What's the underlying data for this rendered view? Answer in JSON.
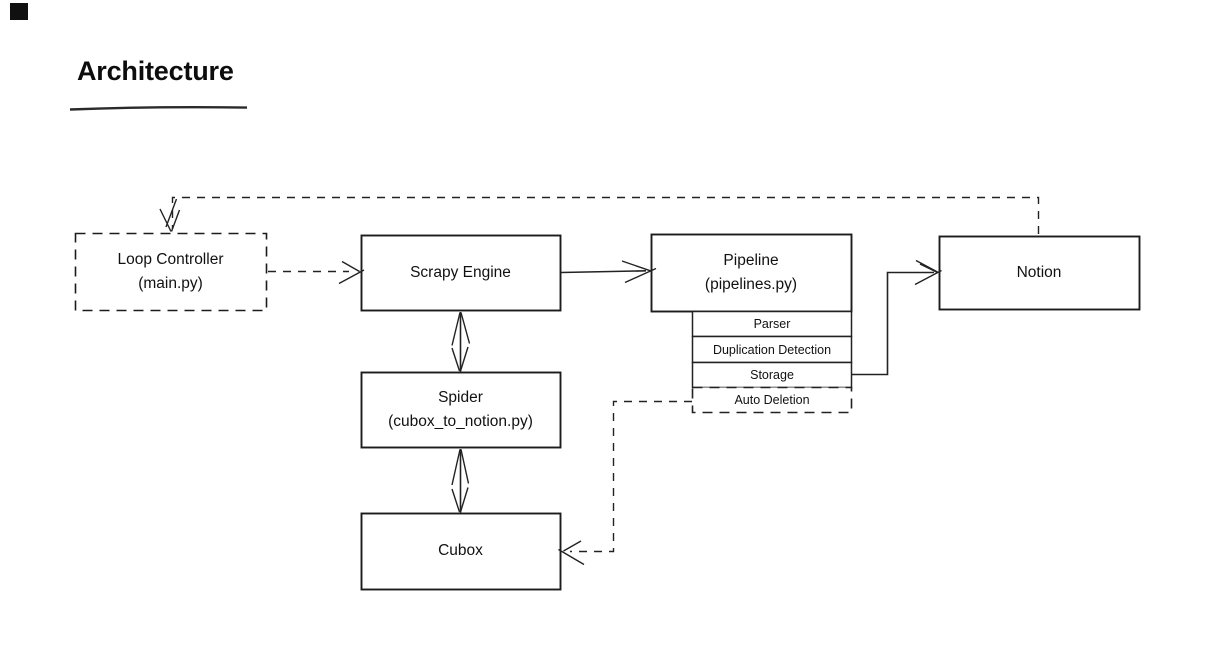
{
  "title": "Architecture",
  "nodes": {
    "loop_controller": {
      "label": "Loop Controller",
      "sublabel": "(main.py)",
      "border": "dashed"
    },
    "scrapy_engine": {
      "label": "Scrapy Engine",
      "border": "solid"
    },
    "pipeline": {
      "label": "Pipeline",
      "sublabel": "(pipelines.py)",
      "border": "solid"
    },
    "notion": {
      "label": "Notion",
      "border": "solid"
    },
    "spider": {
      "label": "Spider",
      "sublabel": "(cubox_to_notion.py)",
      "border": "solid"
    },
    "cubox": {
      "label": "Cubox",
      "border": "solid"
    }
  },
  "pipeline_stages": [
    {
      "label": "Parser",
      "border": "solid"
    },
    {
      "label": "Duplication Detection",
      "border": "solid"
    },
    {
      "label": "Storage",
      "border": "solid"
    },
    {
      "label": "Auto Deletion",
      "border": "dashed"
    }
  ],
  "edges": [
    {
      "from": "notion",
      "to": "loop_controller",
      "style": "dashed",
      "arrow": "to"
    },
    {
      "from": "loop_controller",
      "to": "scrapy_engine",
      "style": "dashed",
      "arrow": "to"
    },
    {
      "from": "scrapy_engine",
      "to": "pipeline",
      "style": "solid",
      "arrow": "to"
    },
    {
      "from": "scrapy_engine",
      "to": "spider",
      "style": "solid",
      "arrow": "both"
    },
    {
      "from": "spider",
      "to": "cubox",
      "style": "solid",
      "arrow": "both"
    },
    {
      "from": "pipeline.storage",
      "to": "notion",
      "style": "solid",
      "arrow": "to"
    },
    {
      "from": "pipeline.auto_deletion",
      "to": "cubox",
      "style": "dashed",
      "arrow": "to"
    }
  ],
  "colors": {
    "ink": "#1c1c1c",
    "background": "#ffffff"
  }
}
